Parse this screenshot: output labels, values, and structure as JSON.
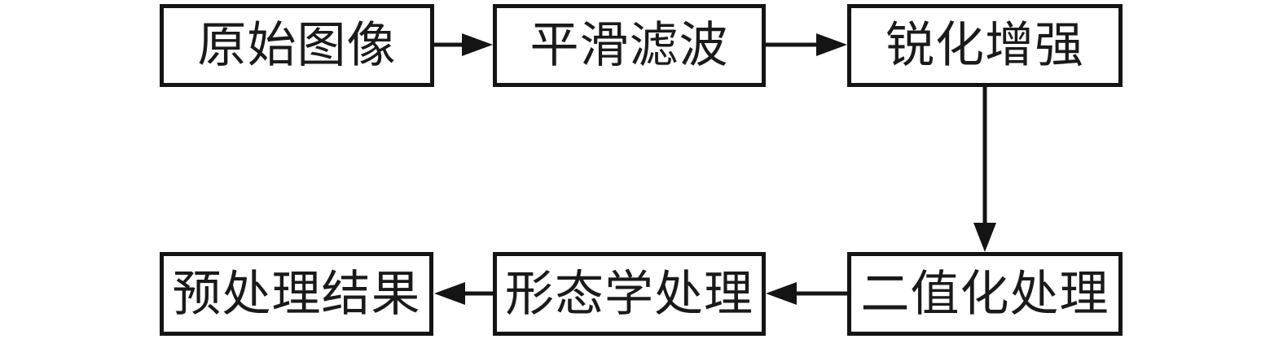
{
  "diagram": {
    "kind": "flowchart",
    "background": "#ffffff",
    "stroke_color": "#141414",
    "text_color": "#1a1a1a",
    "nodes": [
      {
        "id": "original-image",
        "label": "原始图像"
      },
      {
        "id": "smoothing-filter",
        "label": "平滑滤波"
      },
      {
        "id": "sharpening-enhance",
        "label": "锐化增强"
      },
      {
        "id": "binarization-process",
        "label": "二值化处理"
      },
      {
        "id": "morphological-process",
        "label": "形态学处理"
      },
      {
        "id": "preprocessing-result",
        "label": "预处理结果"
      }
    ],
    "edges": [
      {
        "from": "original-image",
        "to": "smoothing-filter",
        "direction": "right"
      },
      {
        "from": "smoothing-filter",
        "to": "sharpening-enhance",
        "direction": "right"
      },
      {
        "from": "sharpening-enhance",
        "to": "binarization-process",
        "direction": "down"
      },
      {
        "from": "binarization-process",
        "to": "morphological-process",
        "direction": "left"
      },
      {
        "from": "morphological-process",
        "to": "preprocessing-result",
        "direction": "left"
      }
    ]
  }
}
